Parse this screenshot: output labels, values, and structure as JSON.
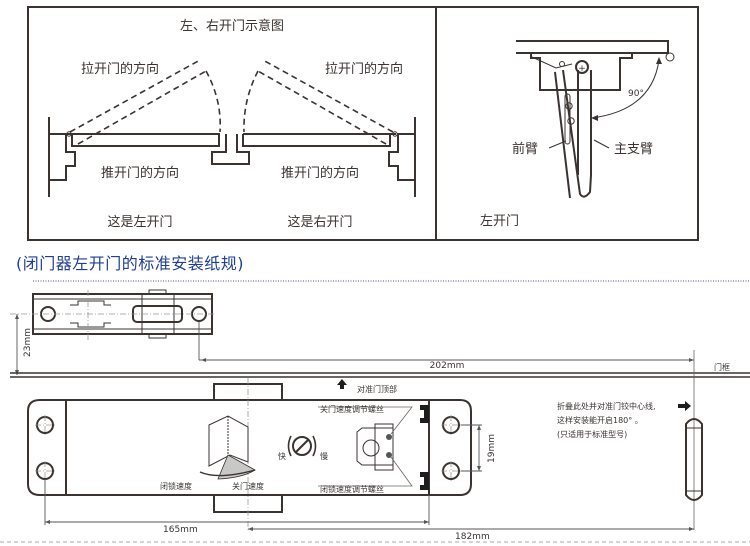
{
  "panel_left": {
    "title": "左、右开门示意图",
    "pull_direction_left": "拉开门的方向",
    "pull_direction_right": "拉开门的方向",
    "push_direction_left": "推开门的方向",
    "push_direction_right": "推开门的方向",
    "caption_left": "这是左开门",
    "caption_right": "这是右开门"
  },
  "panel_right": {
    "angle_label": "90°",
    "front_arm_label": "前臂",
    "main_arm_label": "主支臂",
    "caption": "左开门"
  },
  "template": {
    "heading": "(闭门器左开门的标准安装纸规)",
    "heading_color": "#1f3d99",
    "dim_23": "23mm",
    "dim_202": "202mm",
    "dim_19": "19mm",
    "dim_165": "165mm",
    "dim_182": "182mm",
    "door_frame_label": "门框",
    "align_top_label": "对准门顶部",
    "close_speed_screw": "关门速度调节螺丝",
    "latch_speed_screw": "闭锁速度调节螺丝",
    "fast_label": "快",
    "slow_label": "慢",
    "latch_speed": "闭锁速度",
    "close_speed": "关门速度",
    "fold_note_line1": "折叠此处并对准门铰中心线,",
    "fold_note_line2": "这样安装能开启180° 。",
    "fold_note_line3": "(只适用于标准型号)"
  }
}
